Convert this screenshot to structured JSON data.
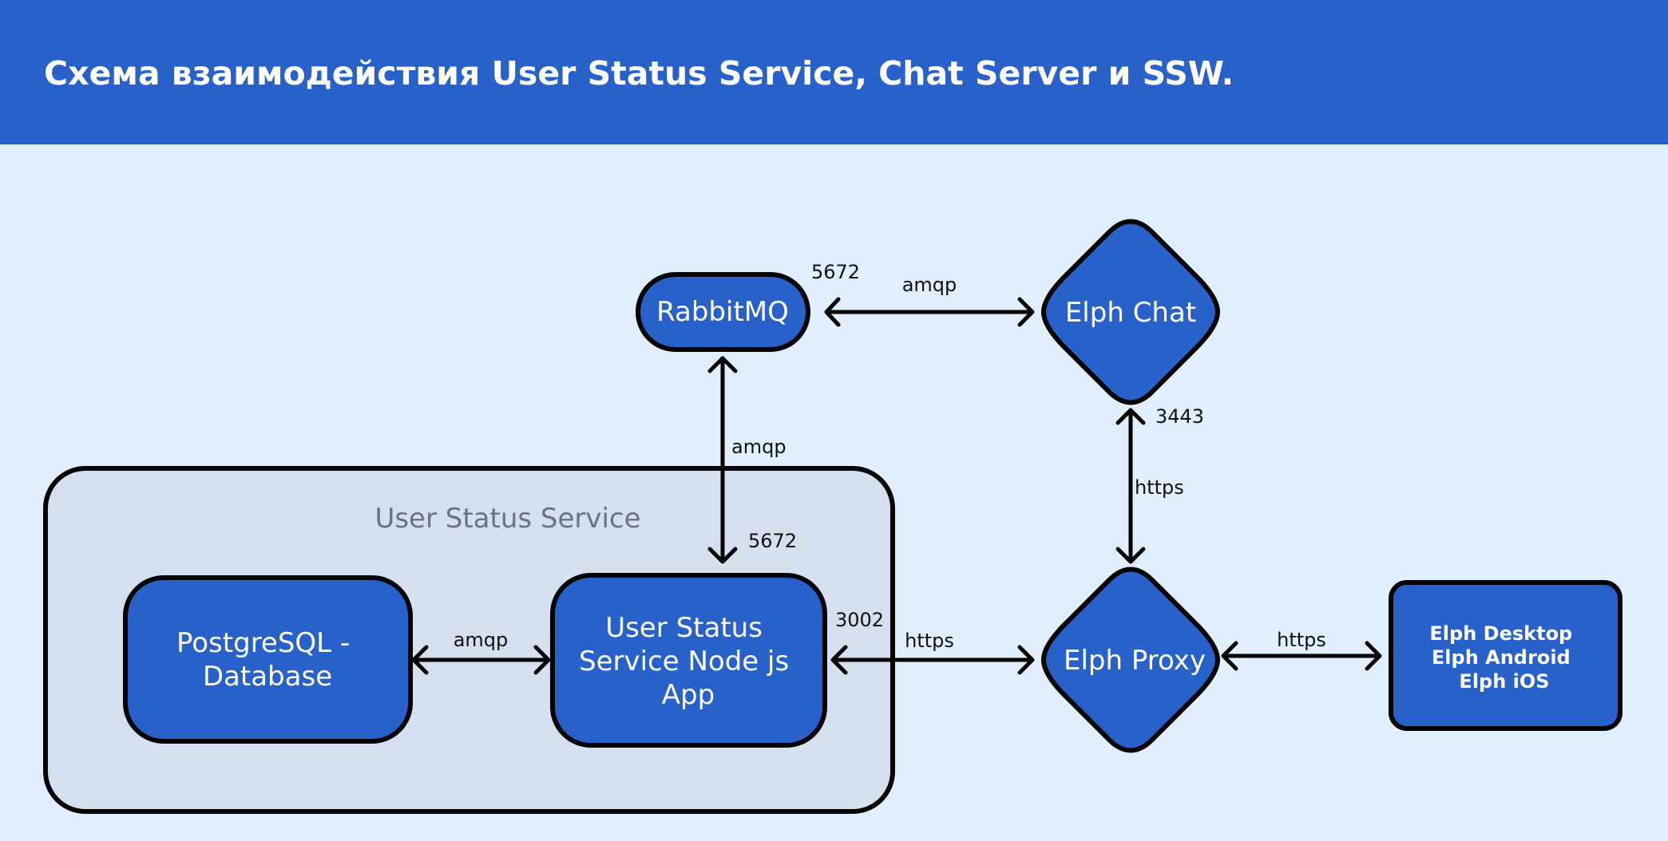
{
  "header": {
    "title": "Схема взаимодействия User Status Service, Chat Server и SSW."
  },
  "colors": {
    "background": "#e1eefe",
    "header": "#2761c9",
    "node_fill": "#2761c9",
    "group_fill": "#d5dfee",
    "stroke": "#000000"
  },
  "nodes": {
    "rabbitmq": {
      "label": "RabbitMQ",
      "shape": "pill"
    },
    "elph_chat": {
      "label": "Elph Chat",
      "shape": "diamond"
    },
    "group": {
      "label": "User Status Service"
    },
    "postgres": {
      "lines": [
        "PostgreSQL -",
        "Database"
      ],
      "shape": "rounded-rect"
    },
    "node_app": {
      "lines": [
        "User Status",
        "Service Node js",
        "App"
      ],
      "shape": "rounded-rect"
    },
    "elph_proxy": {
      "label": "Elph Proxy",
      "shape": "diamond"
    },
    "clients": {
      "lines": [
        "Elph Desktop",
        "Elph Android",
        "Elph iOS"
      ],
      "shape": "rounded-rect"
    }
  },
  "edges": {
    "rabbit_chat": {
      "label": "amqp",
      "port": "5672"
    },
    "rabbit_app": {
      "label": "amqp",
      "port": "5672"
    },
    "chat_proxy": {
      "label": "https",
      "port": "3443"
    },
    "pg_app": {
      "label": "amqp"
    },
    "app_proxy": {
      "label": "https",
      "port": "3002"
    },
    "proxy_clients": {
      "label": "https"
    }
  }
}
